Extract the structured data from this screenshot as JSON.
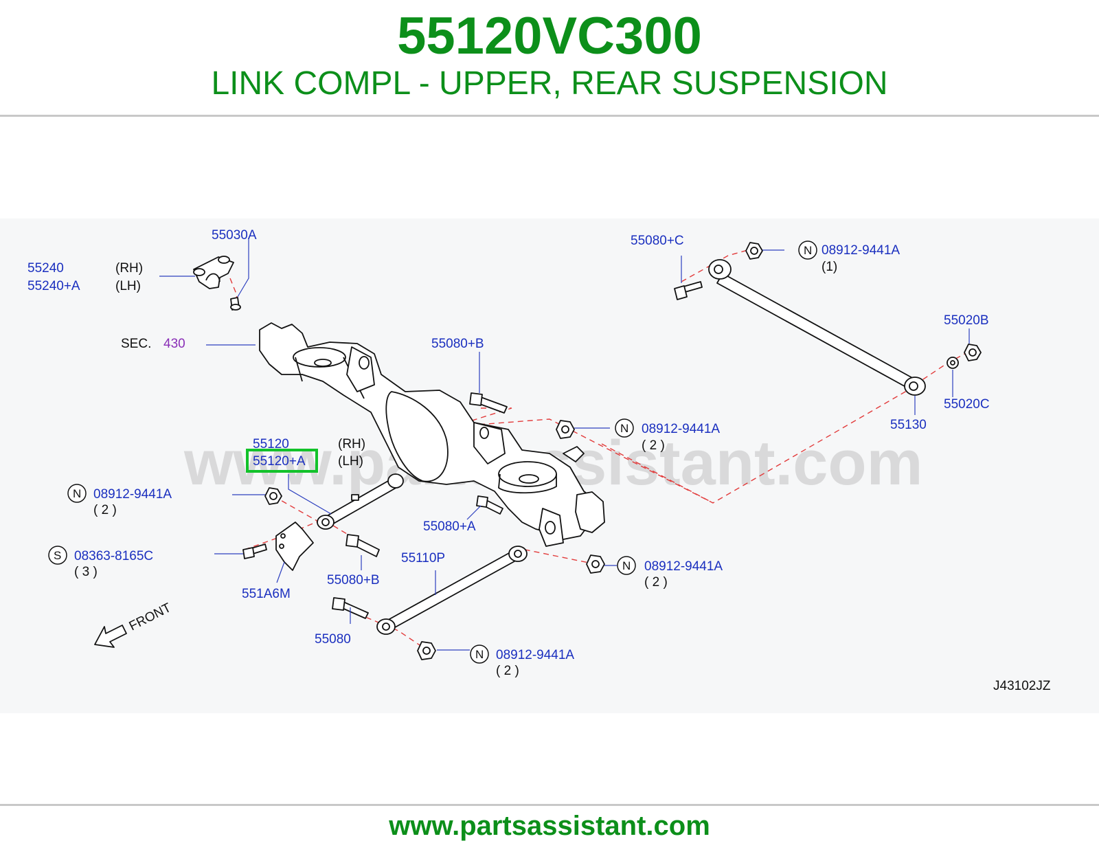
{
  "header": {
    "part_number": "55120VC300",
    "description": "LINK COMPL - UPPER, REAR SUSPENSION"
  },
  "diagram": {
    "watermark": "www.partsassistant.com",
    "ref_code": "J43102JZ",
    "front_label": "FRONT",
    "sec_label": "SEC.",
    "sec_number": "430",
    "highlight_color": "#12c22a",
    "labels": {
      "p55030a": "55030A",
      "p55240": "55240",
      "p55240a": "55240+A",
      "rh": "(RH)",
      "lh": "(LH)",
      "p55080b_top": "55080+B",
      "p55080c": "55080+C",
      "p55020b": "55020B",
      "p55020c": "55020C",
      "p55130": "55130",
      "p55120": "55120",
      "p55120a": "55120+A",
      "p55080a": "55080+A",
      "p55080b_bottom": "55080+B",
      "p551a6m": "551A6M",
      "p55110p": "55110P",
      "p55080": "55080",
      "p08363": "08363-8165C",
      "p08912": "08912-9441A",
      "qty1": "(1)",
      "qty2": "( 2 )",
      "qty3": "( 3 )",
      "n": "N",
      "s": "S"
    }
  },
  "footer": {
    "url": "www.partsassistant.com"
  }
}
